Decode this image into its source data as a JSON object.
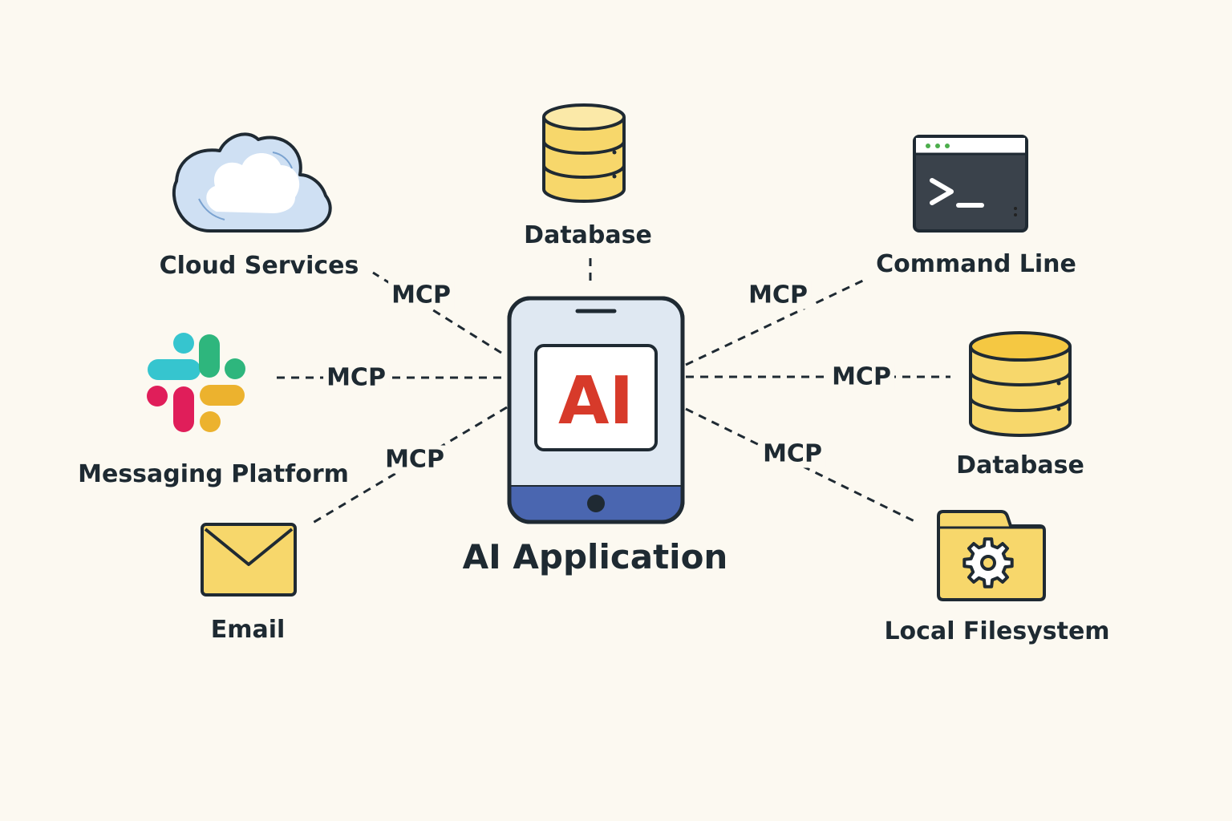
{
  "hub": {
    "badge": "AI",
    "label": "AI Application",
    "colors": {
      "frame": "#1f2a33",
      "screen": "#dfe8f2",
      "bottom": "#4a66b0",
      "badge_text": "#d73a2a"
    }
  },
  "nodes": [
    {
      "id": "database-top",
      "label": "Database",
      "icon": "database-icon"
    },
    {
      "id": "cloud",
      "label": "Cloud Services",
      "icon": "cloud-icon"
    },
    {
      "id": "command-line",
      "label": "Command Line",
      "icon": "terminal-icon"
    },
    {
      "id": "messaging",
      "label": "Messaging Platform",
      "icon": "slack-icon"
    },
    {
      "id": "database-right",
      "label": "Database",
      "icon": "database-icon"
    },
    {
      "id": "email",
      "label": "Email",
      "icon": "envelope-icon"
    },
    {
      "id": "filesystem",
      "label": "Local Filesystem",
      "icon": "folder-gear-icon"
    }
  ],
  "edges": [
    {
      "target": "cloud",
      "label": "MCP"
    },
    {
      "target": "command-line",
      "label": "MCP"
    },
    {
      "target": "messaging",
      "label": "MCP"
    },
    {
      "target": "database-right",
      "label": "MCP"
    },
    {
      "target": "email",
      "label": "MCP"
    },
    {
      "target": "filesystem",
      "label": "MCP"
    },
    {
      "target": "database-top",
      "label": ""
    }
  ],
  "colors": {
    "background": "#fcf9f1",
    "stroke": "#1f2a33",
    "yellow": "#f7d76b",
    "yellow_light": "#fbe9a8",
    "cloud_fill": "#cfe0f3",
    "slack_teal": "#36c5cf",
    "slack_green": "#2eb67d",
    "slack_red": "#e01e5a",
    "slack_yellow": "#ecb22e"
  }
}
